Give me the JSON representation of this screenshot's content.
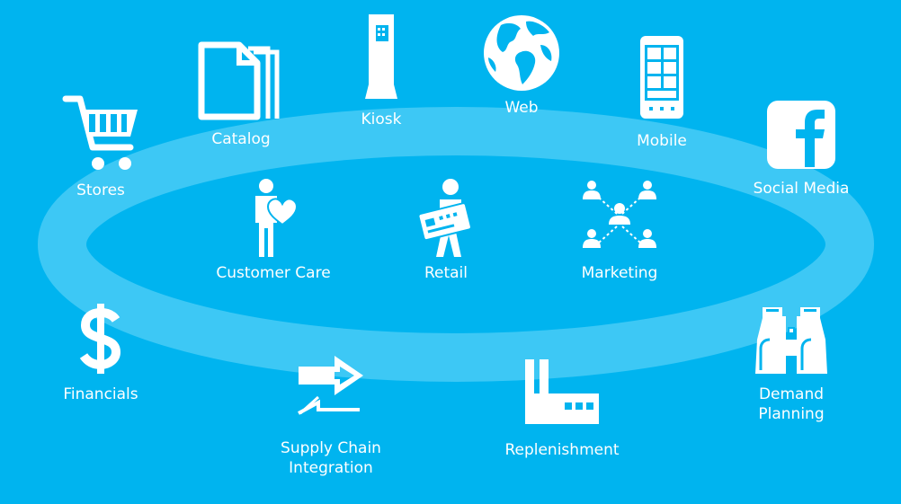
{
  "diagram": {
    "background": "#00b4ef",
    "ring_color": "#3dc8f5",
    "nodes": {
      "stores": {
        "label": "Stores",
        "icon": "shopping-cart-icon"
      },
      "catalog": {
        "label": "Catalog",
        "icon": "document-stack-icon"
      },
      "kiosk": {
        "label": "Kiosk",
        "icon": "kiosk-icon"
      },
      "web": {
        "label": "Web",
        "icon": "globe-icon"
      },
      "mobile": {
        "label": "Mobile",
        "icon": "mobile-phone-icon"
      },
      "social_media": {
        "label": "Social Media",
        "icon": "facebook-icon"
      },
      "customer_care": {
        "label": "Customer Care",
        "icon": "person-heart-icon"
      },
      "retail": {
        "label": "Retail",
        "icon": "person-card-icon"
      },
      "marketing": {
        "label": "Marketing",
        "icon": "people-network-icon"
      },
      "financials": {
        "label": "Financials",
        "icon": "dollar-icon"
      },
      "supply_chain": {
        "label": "Supply Chain\nIntegration",
        "icon": "arrows-exchange-icon"
      },
      "replenishment": {
        "label": "Replenishment",
        "icon": "factory-icon"
      },
      "demand_planning": {
        "label": "Demand\nPlanning",
        "icon": "binoculars-icon"
      }
    }
  }
}
